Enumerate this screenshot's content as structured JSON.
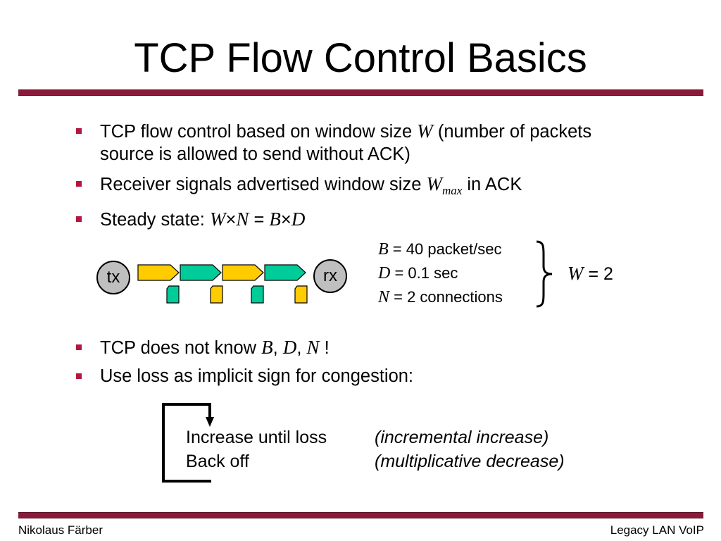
{
  "title": "TCP Flow Control Basics",
  "bullets_top": [
    {
      "line1_pre": "TCP flow control based on window size ",
      "line1_var": "W",
      "line1_post": " (number of packets",
      "line2": "source is allowed to send without ACK)"
    },
    {
      "pre": "Receiver signals advertised window size ",
      "var": "W",
      "sub": "max",
      "post": " in ACK"
    },
    {
      "pre": "Steady state: ",
      "v1": "W",
      "op1": "×",
      "v2": "N",
      "eq": " = ",
      "v3": "B",
      "op2": "×",
      "v4": "D"
    }
  ],
  "diagram": {
    "tx_label": "tx",
    "rx_label": "rx",
    "colors": {
      "data_packet": "#ffcc00",
      "ack_packet": "#00cc99",
      "node_fill": "#bfbfbf"
    },
    "params": [
      {
        "var": "B",
        "text": " = 40 packet/sec"
      },
      {
        "var": "D",
        "text": " = 0.1 sec"
      },
      {
        "var": "N",
        "text": " = 2 connections"
      }
    ],
    "result_var": "W",
    "result_text": " = 2"
  },
  "bullets_bottom": [
    {
      "pre": "TCP does not know ",
      "v1": "B",
      "s1": ", ",
      "v2": "D",
      "s2": ", ",
      "v3": "N",
      "post": " !"
    },
    {
      "text": "Use loss as implicit sign for congestion:"
    }
  ],
  "loop": {
    "rows": [
      {
        "action": "Increase until loss",
        "note": "(incremental increase)"
      },
      {
        "action": "Back off",
        "note": "(multiplicative decrease)"
      }
    ]
  },
  "footer": {
    "left": "Nikolaus Färber",
    "right": "Legacy LAN VoIP"
  },
  "accent_color": "#8b1a3a"
}
